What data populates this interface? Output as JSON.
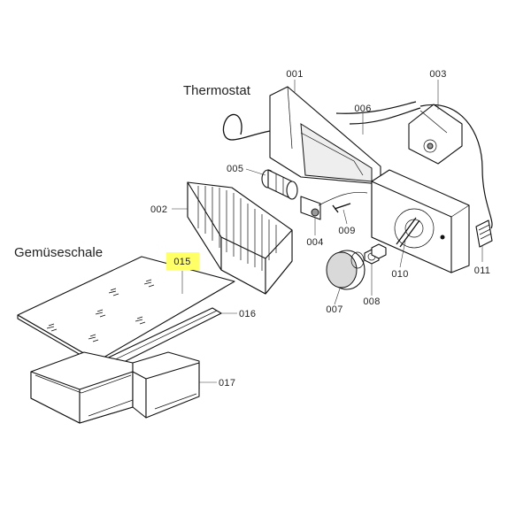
{
  "titles": {
    "thermostat": "Thermostat",
    "vegetable_tray": "Gemüseschale"
  },
  "highlight_color": "#ffff66",
  "parts": {
    "p001": "001",
    "p002": "002",
    "p003": "003",
    "p004": "004",
    "p005": "005",
    "p006": "006",
    "p007": "007",
    "p008": "008",
    "p009": "009",
    "p010": "010",
    "p011": "011",
    "p015": "015",
    "p016": "016",
    "p017": "017"
  }
}
